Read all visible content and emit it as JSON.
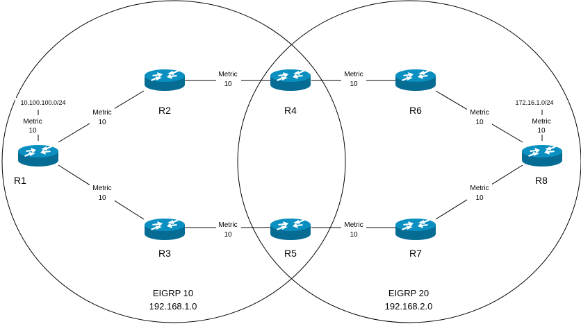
{
  "routers": [
    {
      "id": "R1",
      "label": "R1"
    },
    {
      "id": "R2",
      "label": "R2"
    },
    {
      "id": "R3",
      "label": "R3"
    },
    {
      "id": "R4",
      "label": "R4"
    },
    {
      "id": "R5",
      "label": "R5"
    },
    {
      "id": "R6",
      "label": "R6"
    },
    {
      "id": "R7",
      "label": "R7"
    },
    {
      "id": "R8",
      "label": "R8"
    }
  ],
  "links": [
    {
      "from": "R1",
      "to": "R2",
      "metric_title": "Metric",
      "metric_value": "10"
    },
    {
      "from": "R1",
      "to": "R3",
      "metric_title": "Metric",
      "metric_value": "10"
    },
    {
      "from": "R2",
      "to": "R4",
      "metric_title": "Metric",
      "metric_value": "10"
    },
    {
      "from": "R3",
      "to": "R5",
      "metric_title": "Metric",
      "metric_value": "10"
    },
    {
      "from": "R4",
      "to": "R6",
      "metric_title": "Metric",
      "metric_value": "10"
    },
    {
      "from": "R5",
      "to": "R7",
      "metric_title": "Metric",
      "metric_value": "10"
    },
    {
      "from": "R6",
      "to": "R8",
      "metric_title": "Metric",
      "metric_value": "10"
    },
    {
      "from": "R7",
      "to": "R8",
      "metric_title": "Metric",
      "metric_value": "10"
    }
  ],
  "networks": [
    {
      "router": "R1",
      "prefix": "10.100.100.0/24",
      "metric_title": "Metric",
      "metric_value": "10"
    },
    {
      "router": "R8",
      "prefix": "172.16.1.0/24",
      "metric_title": "Metric",
      "metric_value": "10"
    }
  ],
  "domains": [
    {
      "name": "EIGRP 10",
      "subnet": "192.168.1.0"
    },
    {
      "name": "EIGRP 20",
      "subnet": "192.168.2.0"
    }
  ],
  "colors": {
    "router_top": "#0a8fc0",
    "router_side": "#066c94",
    "arrow": "#ffffff",
    "line": "#000000"
  }
}
